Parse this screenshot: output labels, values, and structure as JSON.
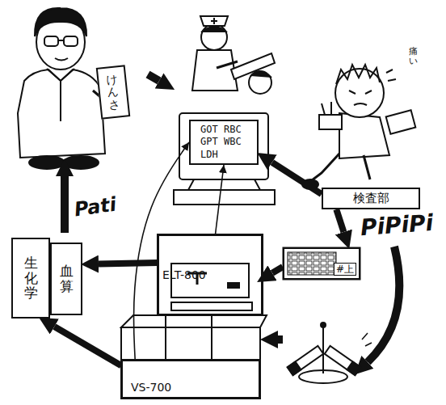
{
  "diagram": {
    "nodes": [
      {
        "text": [
          "けんさ"
        ]
      },
      {
        "text": [
          "検査部"
        ]
      },
      {
        "text": [
          "GOT RBC GPT WBC LDH"
        ]
      },
      {
        "text": [
          "#上"
        ]
      },
      {
        "text": [
          "ELT-800"
        ]
      },
      {
        "text": [
          "生化学"
        ]
      },
      {
        "text": [
          "血算"
        ]
      },
      {
        "text": [
          "VS-700"
        ]
      }
    ],
    "edges": [
      {
        "from": 1,
        "to": 2,
        "arrow": "to"
      },
      {
        "from": 1,
        "to": 3,
        "arrow": "to"
      },
      {
        "from": 3,
        "to": 4,
        "arrow": "to"
      },
      {
        "from": 4,
        "to": 2,
        "arrow": "to"
      },
      {
        "from": 4,
        "to": 6,
        "arrow": "to"
      },
      {
        "from": 7,
        "to": 5,
        "arrow": "to"
      },
      {
        "from": 7,
        "to": 2,
        "arrow": "to"
      }
    ],
    "labels": [
      "Pati",
      "PiPiPi",
      "痛い"
    ]
  }
}
